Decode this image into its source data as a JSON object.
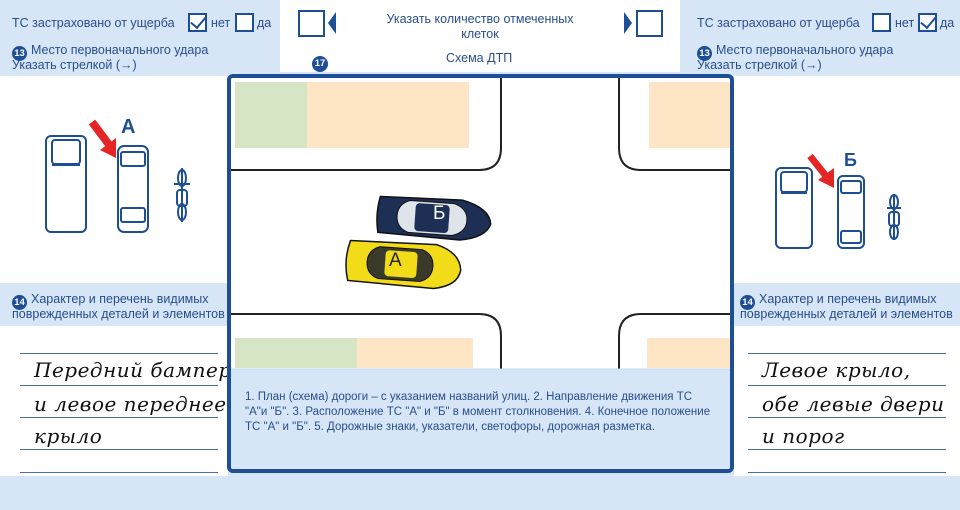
{
  "left": {
    "insured_label": "ТС застраховано от ущерба",
    "no_label": "нет",
    "yes_label": "да",
    "impact_num": "13",
    "impact_label": "Место первоначального удара",
    "impact_hint": "Указать стрелкой (→)",
    "vehicle_letter": "А",
    "damage_num": "14",
    "damage_label_1": "Характер и перечень видимых",
    "damage_label_2": "поврежденных деталей и элементов",
    "damage_lines": [
      "Передний бампер",
      "и левое переднее",
      "крыло"
    ]
  },
  "right": {
    "insured_label": "ТС застраховано от ущерба",
    "no_label": "нет",
    "yes_label": "да",
    "impact_num": "13",
    "impact_label": "Место первоначального удара",
    "impact_hint": "Указать стрелкой (→)",
    "vehicle_letter": "Б",
    "damage_num": "14",
    "damage_label_1": "Характер и перечень видимых",
    "damage_label_2": "поврежденных деталей и элементов",
    "damage_lines": [
      "Левое крыло,",
      "обе левые двери",
      "и порог"
    ]
  },
  "center": {
    "count_label": "Указать количество отмеченных клеток",
    "scheme_num": "17",
    "scheme_label": "Схема ДТП",
    "car_a_label": "А",
    "car_b_label": "Б",
    "instructions": "1. План (схема) дороги – с указанием названий улиц. 2. Направление движения ТС \"А\"и \"Б\". 3. Расположение ТС \"А\" и \"Б\" в момент столкновения. 4. Конечное положение ТС \"А\" и \"Б\". 5. Дорожные знаки, указатели, светофоры, дорожная разметка."
  },
  "colors": {
    "form_bg": "#d6e6f7",
    "frame_blue": "#1d4e96",
    "car_a": "#f2dc1a",
    "car_b": "#1e2f55",
    "arrow_red": "#e32526",
    "lawn_green": "#d6e6c4",
    "lot_beige": "#fde5c5"
  }
}
